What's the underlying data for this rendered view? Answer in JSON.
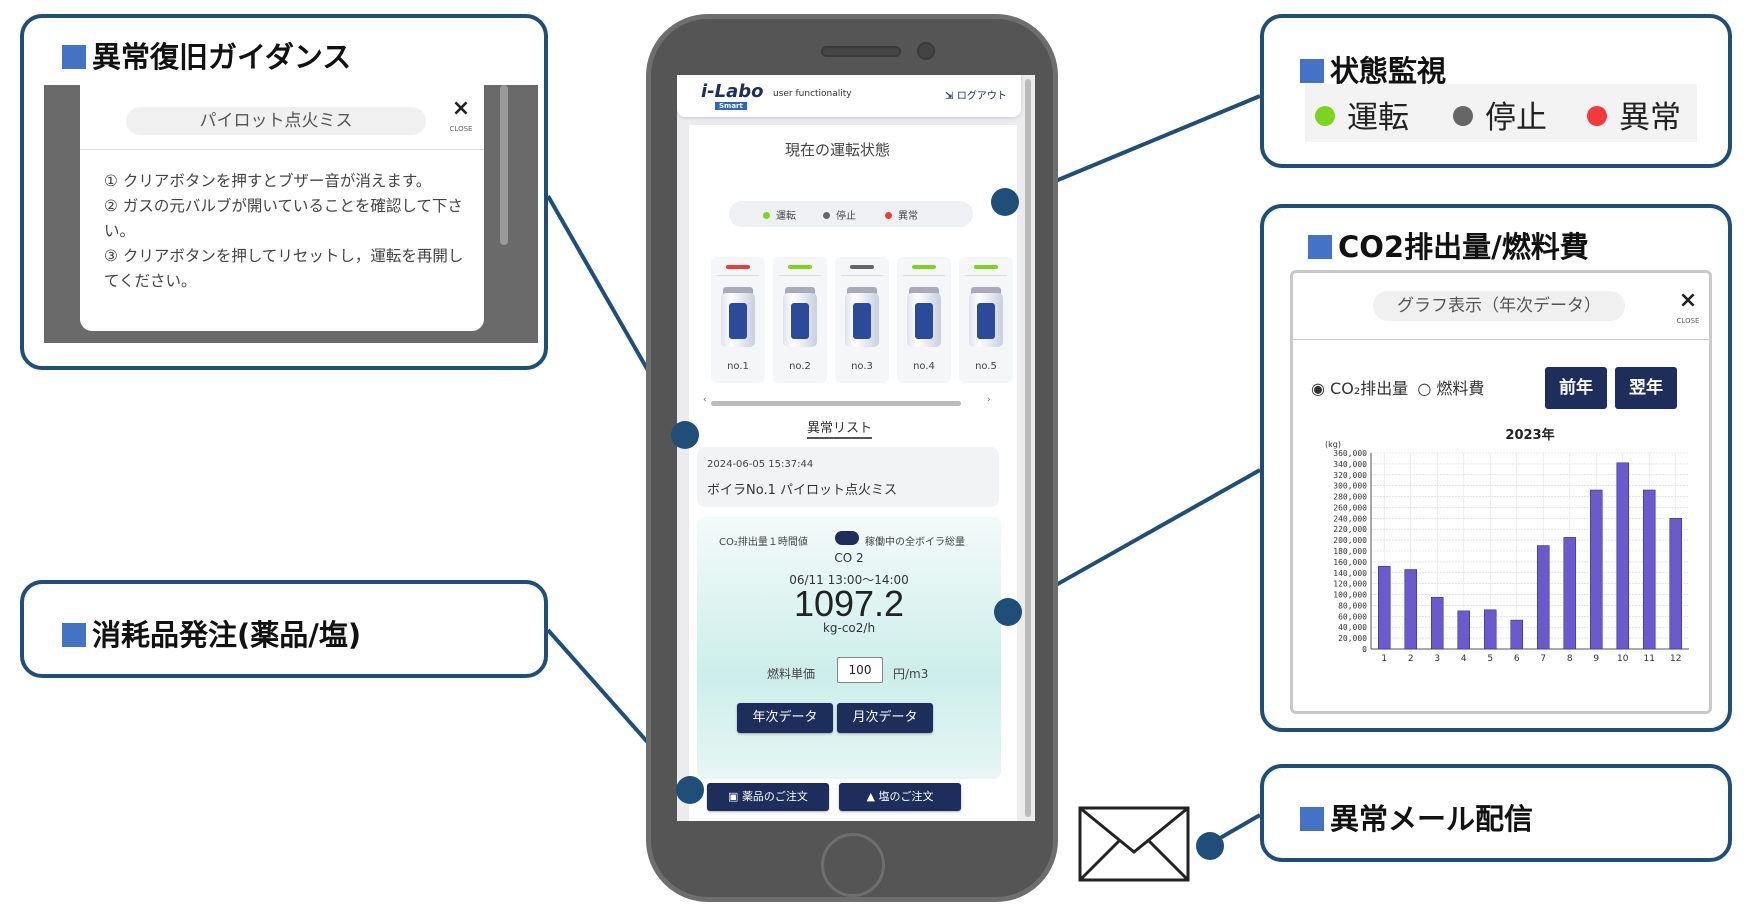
{
  "callouts": {
    "guidance": {
      "title": "異常復旧ガイダンス"
    },
    "status": {
      "title": "状態監視"
    },
    "co2": {
      "title": "CO2排出量/燃料費"
    },
    "consumables": {
      "title": "消耗品発注(薬品/塩)"
    },
    "mail": {
      "title": "異常メール配信"
    }
  },
  "guidance_modal": {
    "title": "パイロット点火ミス",
    "close_x": "×",
    "close_label": "CLOSE",
    "steps": [
      "① クリアボタンを押すとブザー音が消えます。",
      "② ガスの元バルブが開いていることを確認して下さい。",
      "③ クリアボタンを押してリセットし，運転を再開してください。"
    ]
  },
  "status_legend": {
    "items": [
      {
        "label": "運転",
        "color": "#7ed321"
      },
      {
        "label": "停止",
        "color": "#666666"
      },
      {
        "label": "異常",
        "color": "#f23a3a"
      }
    ]
  },
  "graph_modal": {
    "title": "グラフ表示（年次データ）",
    "close_x": "×",
    "close_label": "CLOSE",
    "radio_co2": "◉ CO₂排出量",
    "radio_fuel": "○ 燃料費",
    "prev_button": "前年",
    "next_button": "翌年"
  },
  "chart_data": {
    "type": "bar",
    "title": "2023年",
    "ylabel": "(kg)",
    "ylim": [
      0,
      360000
    ],
    "yticks": [
      "0",
      "20,000",
      "40,000",
      "60,000",
      "80,000",
      "100,000",
      "120,000",
      "140,000",
      "160,000",
      "180,000",
      "200,000",
      "220,000",
      "240,000",
      "260,000",
      "280,000",
      "300,000",
      "320,000",
      "340,000",
      "360,000"
    ],
    "categories": [
      "1",
      "2",
      "3",
      "4",
      "5",
      "6",
      "7",
      "8",
      "9",
      "10",
      "11",
      "12"
    ],
    "values": [
      152000,
      146000,
      95000,
      70000,
      72000,
      53000,
      190000,
      205000,
      292000,
      342000,
      292000,
      240000
    ],
    "bar_color": "#6a5acd",
    "grid": true
  },
  "phone": {
    "header": {
      "logo": "i-Labo",
      "logo_sub": "Smart",
      "tagline": "user functionality",
      "logout": "ログアウト"
    },
    "status_title": "現在の運転状態",
    "legend": [
      {
        "label": "運転",
        "color": "#7ed321"
      },
      {
        "label": "停止",
        "color": "#666666"
      },
      {
        "label": "異常",
        "color": "#f23a3a"
      }
    ],
    "boilers": [
      {
        "name": "no.1",
        "color": "#f23a3a"
      },
      {
        "name": "no.2",
        "color": "#7ed321"
      },
      {
        "name": "no.3",
        "color": "#666666"
      },
      {
        "name": "no.4",
        "color": "#7ed321"
      },
      {
        "name": "no.5",
        "color": "#7ed321"
      }
    ],
    "scroll_left": "‹",
    "scroll_right": "›",
    "alarm_list_title": "異常リスト",
    "alarm": {
      "timestamp": "2024-06-05 15:37:44",
      "message": "ボイラNo.1 パイロット点火ミス"
    },
    "co2": {
      "left_caption": "CO₂排出量１時間値",
      "right_caption": "稼働中の全ボイラ総量",
      "label": "CO 2",
      "period": "06/11 13:00〜14:00",
      "value": "1097.2",
      "unit": "kg-co2/h",
      "price_label": "燃料単価",
      "price_value": "100",
      "price_unit": "円/m3",
      "annual_button": "年次データ",
      "monthly_button": "月次データ"
    },
    "order_chemicals": "薬品のご注文",
    "order_salt": "塩のご注文"
  }
}
